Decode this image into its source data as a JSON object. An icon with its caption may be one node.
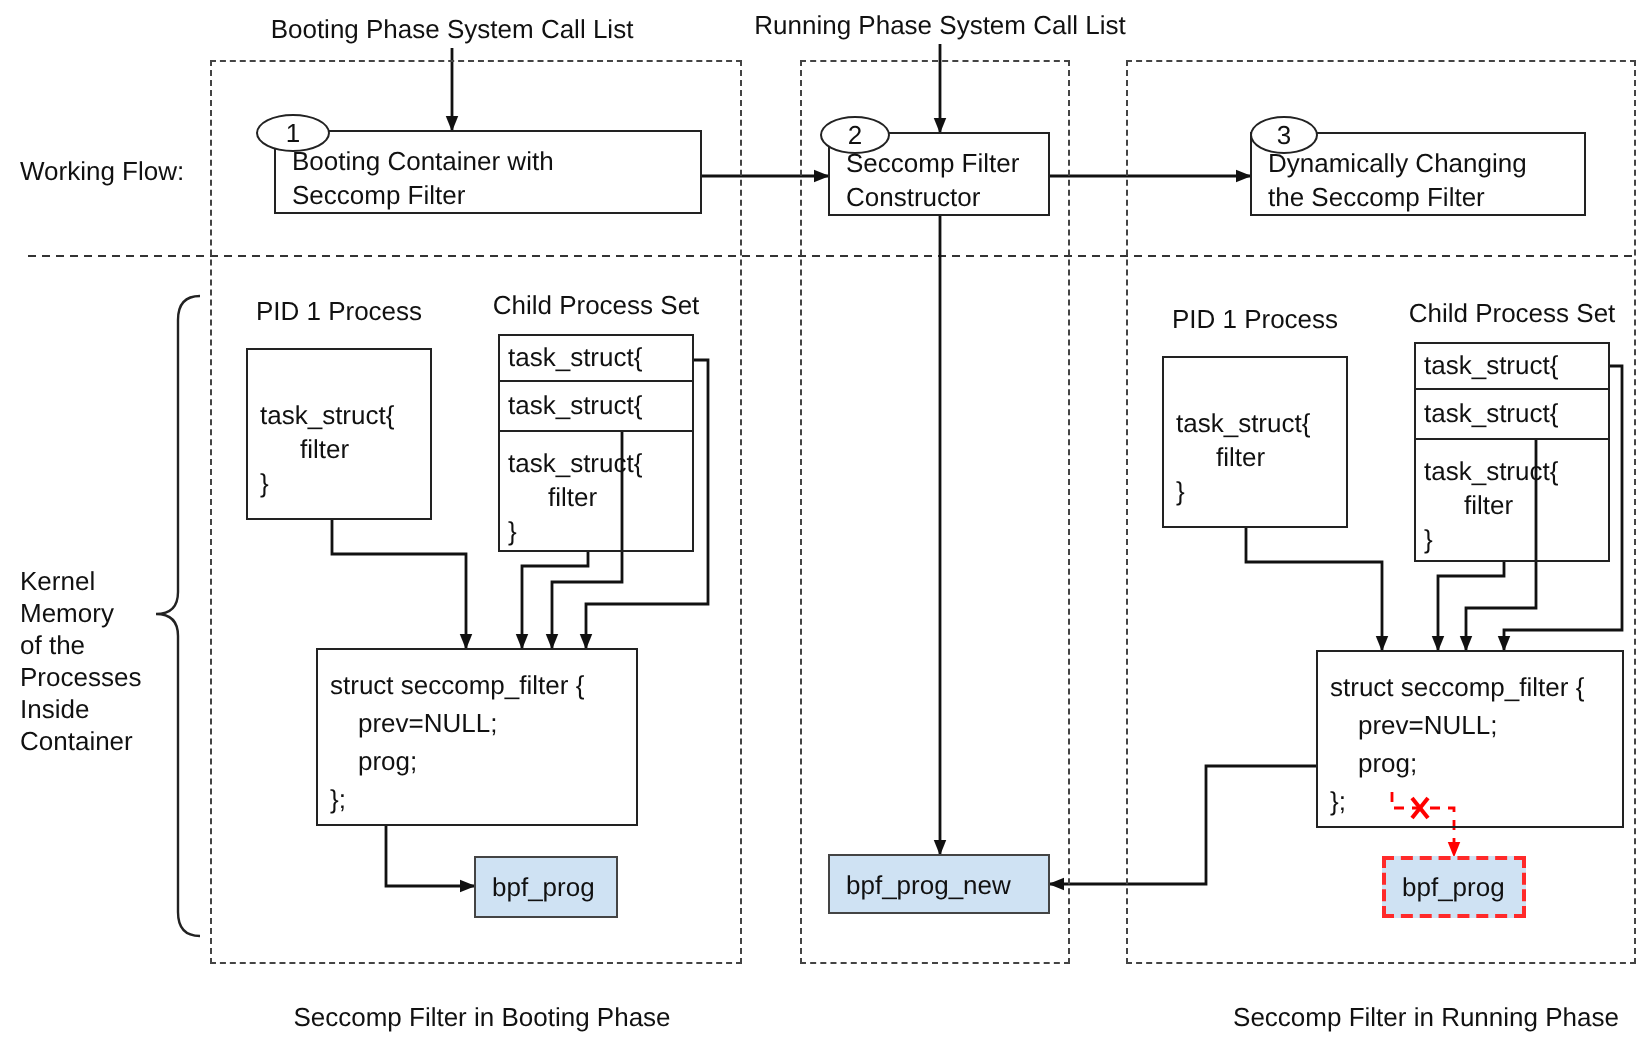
{
  "diagram": {
    "nodes": [
      {
        "text": [],
        "shape": "box",
        "beside": [
          "Seccomp Filter in Booting Phase"
        ]
      },
      {
        "text": [],
        "shape": "box"
      },
      {
        "text": [],
        "shape": "box",
        "beside": [
          "Seccomp Filter in Running Phase"
        ]
      },
      {
        "text": [
          "Booting Phase System Call List"
        ]
      },
      {
        "text": [
          "Running Phase System Call List"
        ]
      },
      {
        "text": [
          "1"
        ],
        "in": 0
      },
      {
        "text": [
          "Booting Container with Seccomp Filter"
        ],
        "in": 0
      },
      {
        "text": [
          "2"
        ],
        "in": 1
      },
      {
        "text": [
          "Seccomp Filter Constructor"
        ],
        "in": 1
      },
      {
        "text": [
          "3"
        ],
        "in": 2
      },
      {
        "text": [
          "Dynamically Changing the Seccomp Filter"
        ],
        "in": 2
      },
      {
        "text": [
          "PID 1 Process",
          "task_struct{",
          "filter",
          "}"
        ],
        "in": 0
      },
      {
        "text": [
          "Child Process Set"
        ],
        "in": 0
      },
      {
        "text": [
          "task_struct{"
        ],
        "in": 12
      },
      {
        "text": [
          "task_struct{"
        ],
        "in": 12
      },
      {
        "text": [
          "task_struct{",
          "filter",
          "}"
        ],
        "in": 12
      },
      {
        "text": [
          "struct seccomp_filter {",
          "prev=NULL;",
          "prog;",
          "};"
        ],
        "in": 0
      },
      {
        "text": [
          "bpf_prog"
        ],
        "in": 0
      },
      {
        "text": [
          "bpf_prog_new"
        ],
        "in": 1
      },
      {
        "text": [
          "PID 1 Process",
          "task_struct{",
          "filter",
          "}"
        ],
        "in": 2
      },
      {
        "text": [
          "Child Process Set"
        ],
        "in": 2
      },
      {
        "text": [
          "task_struct{"
        ],
        "in": 20
      },
      {
        "text": [
          "task_struct{"
        ],
        "in": 20
      },
      {
        "text": [
          "task_struct{",
          "filter",
          "}"
        ],
        "in": 20
      },
      {
        "text": [
          "struct seccomp_filter {",
          "prev=NULL;",
          "prog;",
          "};"
        ],
        "in": 2
      },
      {
        "text": [
          "bpf_prog"
        ],
        "in": 2
      }
    ],
    "edges": [
      {
        "from": 3,
        "to": 6,
        "arrow": "to"
      },
      {
        "from": 4,
        "to": 8,
        "arrow": "to"
      },
      {
        "from": 6,
        "to": 8,
        "arrow": "to"
      },
      {
        "from": 8,
        "to": 10,
        "arrow": "to"
      },
      {
        "from": 8,
        "to": 18,
        "arrow": "to"
      },
      {
        "from": 11,
        "to": 16,
        "arrow": "to"
      },
      {
        "from": 15,
        "to": 16,
        "arrow": "to"
      },
      {
        "from": 14,
        "to": 16,
        "arrow": "to"
      },
      {
        "from": 13,
        "to": 16,
        "arrow": "to"
      },
      {
        "from": 16,
        "to": 17,
        "arrow": "to"
      },
      {
        "from": 19,
        "to": 24,
        "arrow": "to"
      },
      {
        "from": 23,
        "to": 24,
        "arrow": "to"
      },
      {
        "from": 22,
        "to": 24,
        "arrow": "to"
      },
      {
        "from": 21,
        "to": 24,
        "arrow": "to"
      },
      {
        "from": 24,
        "to": 18,
        "arrow": "to"
      },
      {
        "from": 24,
        "to": 25,
        "arrow": "to",
        "style": "dashed",
        "color": "#ff0000"
      }
    ],
    "labels": [
      "Working Flow:",
      "Kernel Memory of the Processes Inside Container"
    ]
  }
}
